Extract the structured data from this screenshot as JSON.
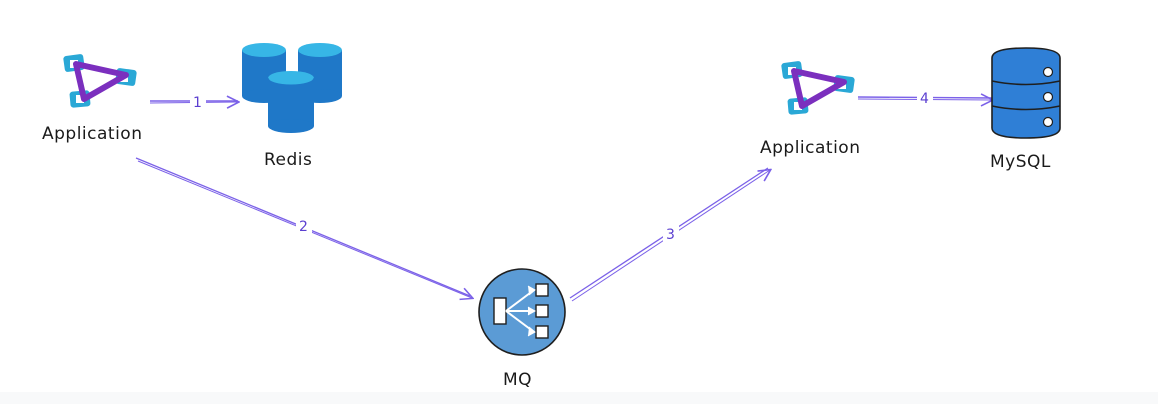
{
  "nodes": {
    "app1": {
      "label": "Application",
      "icon": "application-icon"
    },
    "redis": {
      "label": "Redis",
      "icon": "redis-database-icon"
    },
    "mq": {
      "label": "MQ",
      "icon": "message-queue-icon"
    },
    "app2": {
      "label": "Application",
      "icon": "application-icon"
    },
    "mysql": {
      "label": "MySQL",
      "icon": "mysql-database-icon"
    }
  },
  "edges": [
    {
      "from": "app1",
      "to": "redis",
      "label": "1"
    },
    {
      "from": "app1",
      "to": "mq",
      "label": "2"
    },
    {
      "from": "mq",
      "to": "app2",
      "label": "3"
    },
    {
      "from": "app2",
      "to": "mysql",
      "label": "4"
    }
  ],
  "colors": {
    "arrow": "#7b61e8",
    "app_icon_purple": "#7b2fbe",
    "app_icon_cyan": "#2aa8d6",
    "db_blue": "#1f78c8",
    "db_top": "#37b6e6",
    "mq_blue": "#5b9bd5"
  }
}
